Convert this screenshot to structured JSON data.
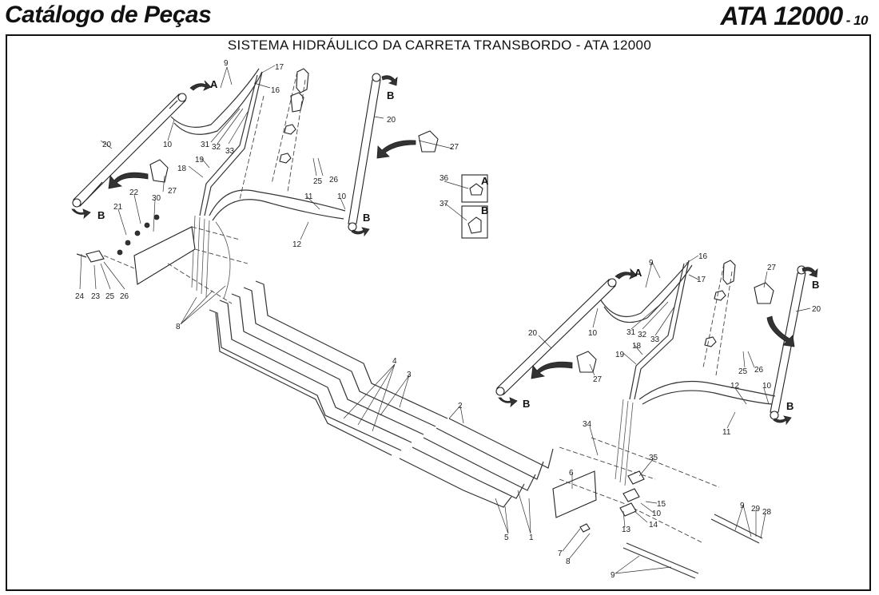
{
  "header": {
    "title": "Catálogo de Peças",
    "model": "ATA 12000",
    "page": "- 10"
  },
  "diagram": {
    "title": "SISTEMA HIDRÁULICO DA CARRETA TRANSBORDO - ATA 12000",
    "detail_letters": [
      "A",
      "B"
    ],
    "labels": {
      "l1": "1",
      "l2": "2",
      "l3": "3",
      "l4": "4",
      "l5": "5",
      "l6": "6",
      "l7": "7",
      "l8a": "8",
      "l8b": "8",
      "l9a": "9",
      "l9b": "9",
      "l9c": "9",
      "l9d": "9",
      "l10a": "10",
      "l10b": "10",
      "l10c": "10",
      "l10d": "10",
      "l10e": "10",
      "l11a": "11",
      "l11b": "11",
      "l12a": "12",
      "l12b": "12",
      "l13": "13",
      "l14": "14",
      "l15": "15",
      "l16a": "16",
      "l16b": "16",
      "l17a": "17",
      "l17b": "17",
      "l18a": "18",
      "l18b": "18",
      "l19a": "19",
      "l19b": "19",
      "l20a": "20",
      "l20b": "20",
      "l20c": "20",
      "l20d": "20",
      "l21": "21",
      "l22": "22",
      "l23": "23",
      "l24": "24",
      "l25a": "25",
      "l25b": "25",
      "l25c": "25",
      "l26a": "26",
      "l26b": "26",
      "l26c": "26",
      "l27a": "27",
      "l27b": "27",
      "l27c": "27",
      "l27d": "27",
      "l28": "28",
      "l29": "29",
      "l30": "30",
      "l31a": "31",
      "l31b": "31",
      "l32a": "32",
      "l32b": "32",
      "l33a": "33",
      "l33b": "33",
      "l34": "34",
      "l35": "35",
      "l36": "36",
      "l37": "37"
    }
  }
}
